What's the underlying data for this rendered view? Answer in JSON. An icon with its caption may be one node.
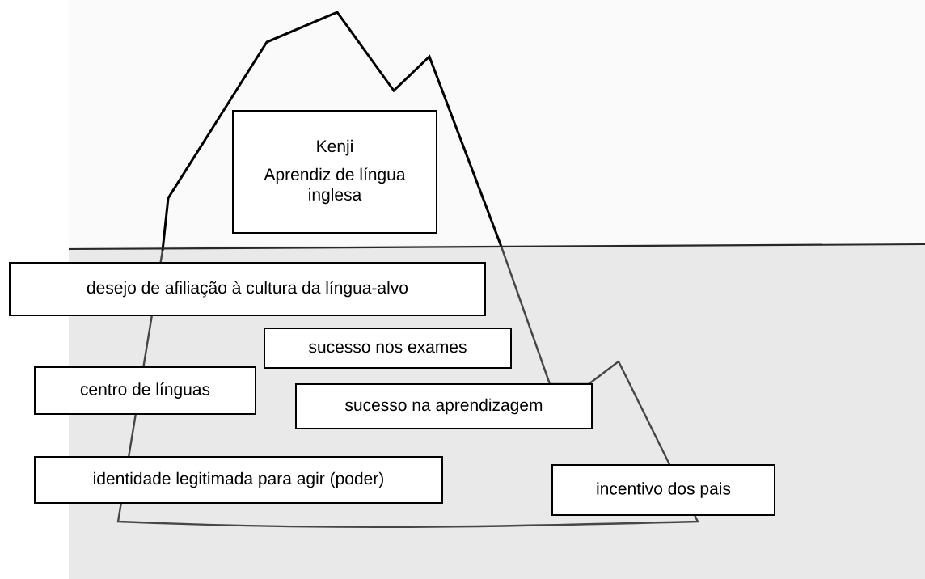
{
  "diagram": {
    "nodes": [
      {
        "text": [
          "Kenji",
          "Aprendiz de língua inglesa"
        ]
      },
      {
        "text": [
          "desejo de afiliação à cultura da língua-alvo"
        ]
      },
      {
        "text": [
          "sucesso nos exames"
        ]
      },
      {
        "text": [
          "centro de línguas"
        ]
      },
      {
        "text": [
          "sucesso na aprendizagem"
        ]
      },
      {
        "text": [
          "identidade legitimada para agir (poder)"
        ]
      },
      {
        "text": [
          "incentivo dos pais"
        ]
      }
    ]
  }
}
